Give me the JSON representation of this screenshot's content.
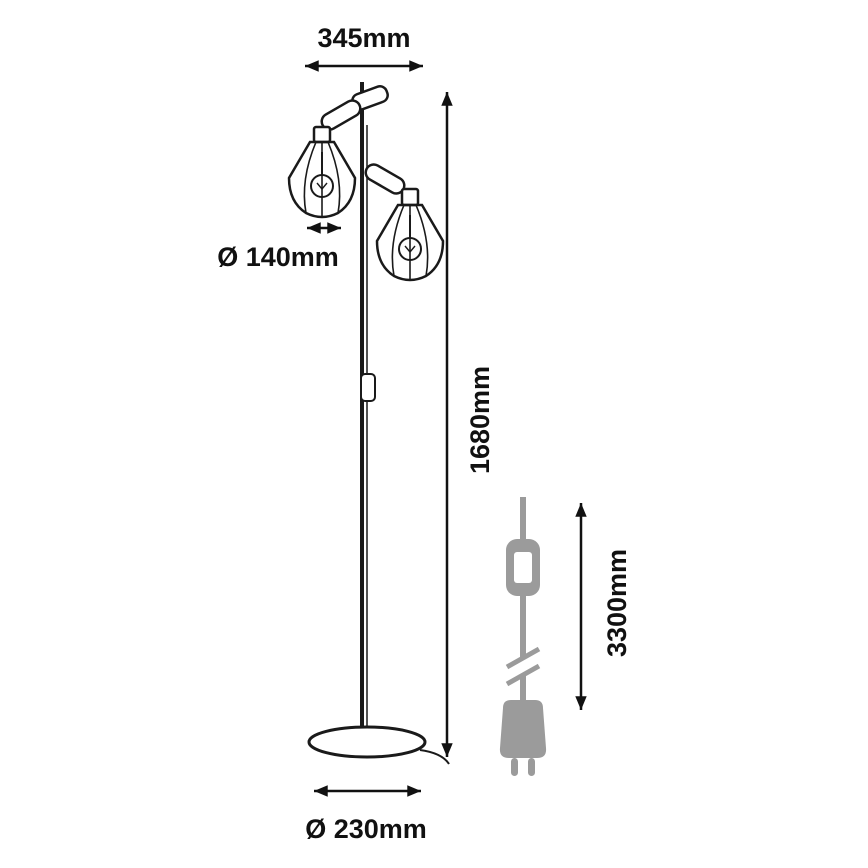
{
  "diagram": {
    "type": "product-dimension-diagram",
    "labels": {
      "width": "345mm",
      "shade_diameter": "Ø 140mm",
      "height": "1680mm",
      "base_diameter": "Ø 230mm",
      "cable_length": "3300mm"
    },
    "colors": {
      "line": "#111111",
      "cord_gray": "#9b9b9b",
      "background": "#ffffff"
    },
    "icons": {
      "lamp": "floor-lamp-line-drawing",
      "cord": "power-cord-with-inline-switch-and-plug"
    }
  }
}
